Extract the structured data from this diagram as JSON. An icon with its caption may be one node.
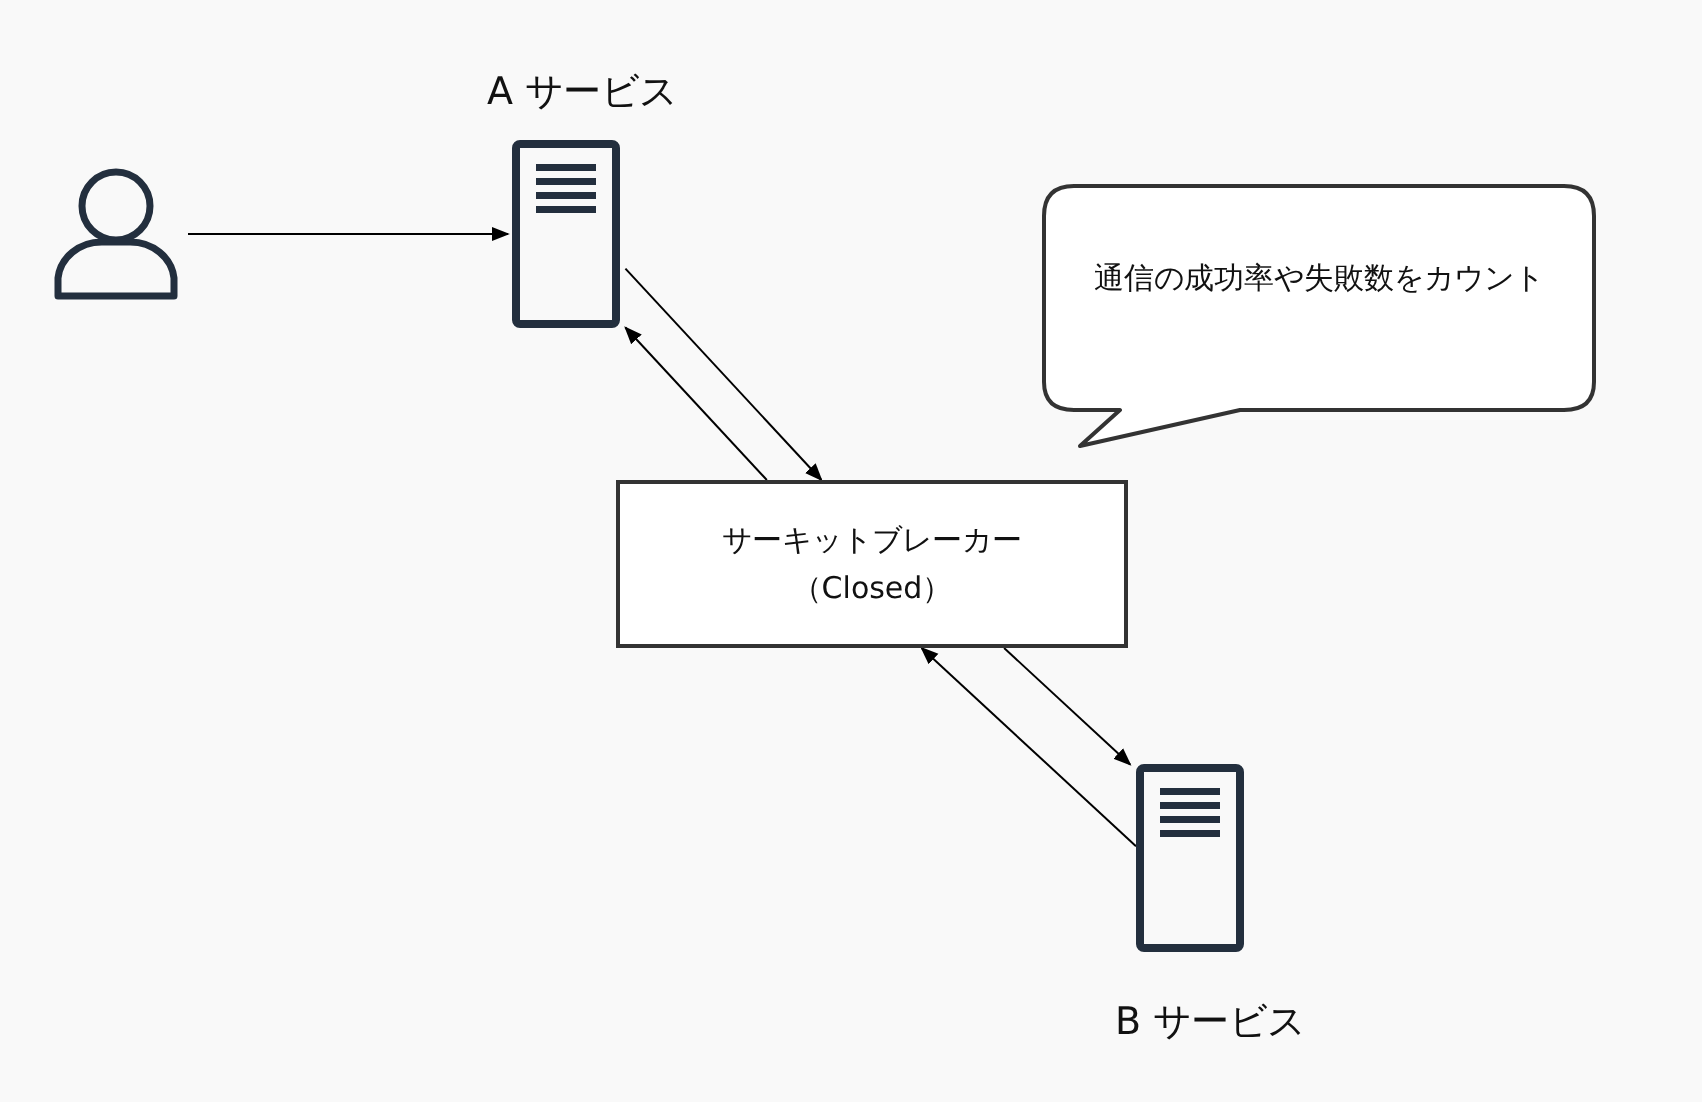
{
  "diagram": {
    "nodes": [
      {
        "text": [],
        "shape": "person"
      },
      {
        "text": [
          "A サービス"
        ]
      },
      {
        "text": [
          "サーキットブレーカー（Closed）"
        ]
      },
      {
        "text": [
          "B サービス"
        ]
      },
      {
        "text": [
          "通信の成功率や失敗数をカウント"
        ]
      }
    ],
    "edges": [
      {
        "from": 0,
        "to": 1,
        "arrow": "to"
      },
      {
        "from": 2,
        "to": 1,
        "arrow": "to"
      },
      {
        "from": 1,
        "to": 2,
        "arrow": "to"
      },
      {
        "from": 2,
        "to": 3,
        "arrow": "to"
      },
      {
        "from": 3,
        "to": 2,
        "arrow": "to"
      }
    ]
  }
}
